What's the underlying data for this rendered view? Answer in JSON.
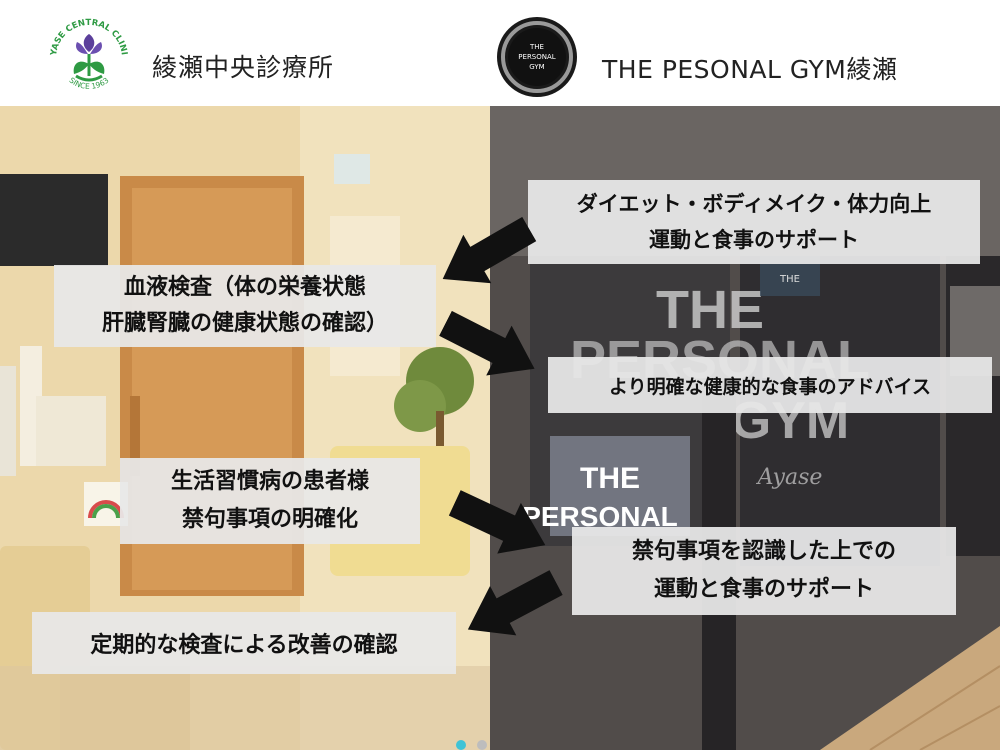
{
  "header": {
    "clinic_name": "綾瀬中央診療所",
    "clinic_logo_top_text": "AYASE CENTRAL CLINIC",
    "clinic_logo_bottom_text": "SINCE 1963",
    "gym_name": "THE PESONAL GYM綾瀬",
    "gym_logo_lines": [
      "THE",
      "PERSONAL",
      "GYM"
    ]
  },
  "photo_right_signage": {
    "big": [
      "THE",
      "PERSONAL",
      "GYM"
    ],
    "door_lines": [
      "THE",
      "PERSONAL"
    ],
    "script": "Ayase",
    "small_sign": "THE"
  },
  "callouts": {
    "blood_test": {
      "line1": "血液検査（体の栄養状態",
      "line2": "肝臓腎臓の健康状態の確認）"
    },
    "diet": {
      "line1": "ダイエット・ボディメイク・体力向上",
      "line2": "運動と食事のサポート"
    },
    "advice": {
      "line1": "より明確な健康的な食事のアドバイス"
    },
    "patients": {
      "line1": "生活習慣病の患者様",
      "line2": "禁句事項の明確化"
    },
    "restrictions": {
      "line1": "禁句事項を認識した上での",
      "line2": "運動と食事のサポート"
    },
    "regular_check": {
      "line1": "定期的な検査による改善の確認"
    }
  },
  "pagination": {
    "active": 0,
    "count": 2
  },
  "colors": {
    "dot_active": "#3fc3d6",
    "dot_inactive": "#bdbdbd",
    "arrow": "#111111",
    "box_bg": "#e8e8e8"
  }
}
